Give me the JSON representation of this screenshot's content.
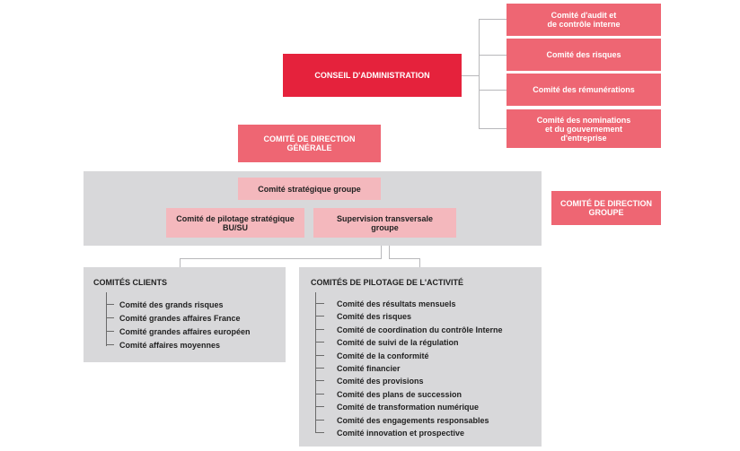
{
  "board": {
    "label": "CONSEIL D'ADMINISTRATION"
  },
  "board_committees": [
    {
      "label": "Comité d'audit et\nde contrôle interne"
    },
    {
      "label": "Comité des risques"
    },
    {
      "label": "Comité des rémunérations"
    },
    {
      "label": "Comité des nominations\net du gouvernement\nd'entreprise"
    }
  ],
  "general_management": {
    "label": "COMITÉ DE DIRECTION\nGÉNÉRALE"
  },
  "strategic_committee": {
    "label": "Comité stratégique groupe"
  },
  "strategic_steering": {
    "label": "Comité de pilotage stratégique\nBU/SU"
  },
  "transversal_supervision": {
    "label": "Supervision transversale\ngroupe"
  },
  "group_management": {
    "label": "COMITÉ DE DIRECTION\nGROUPE"
  },
  "client_committees": {
    "title": "COMITÉS CLIENTS",
    "items": [
      "Comité des grands risques",
      "Comité grandes affaires France",
      "Comité grandes affaires européen",
      "Comité affaires moyennes"
    ]
  },
  "activity_committees": {
    "title": "COMITÉS DE PILOTAGE DE L'ACTIVITÉ",
    "items": [
      "Comité des résultats mensuels",
      "Comité des risques",
      "Comité de coordination du contrôle Interne",
      "Comité de suivi de la régulation",
      "Comité de la conformité",
      "Comité financier",
      "Comité des provisions",
      "Comité des plans de succession",
      "Comité de transformation numérique",
      "Comité des engagements responsables",
      "Comité innovation et prospective"
    ]
  }
}
